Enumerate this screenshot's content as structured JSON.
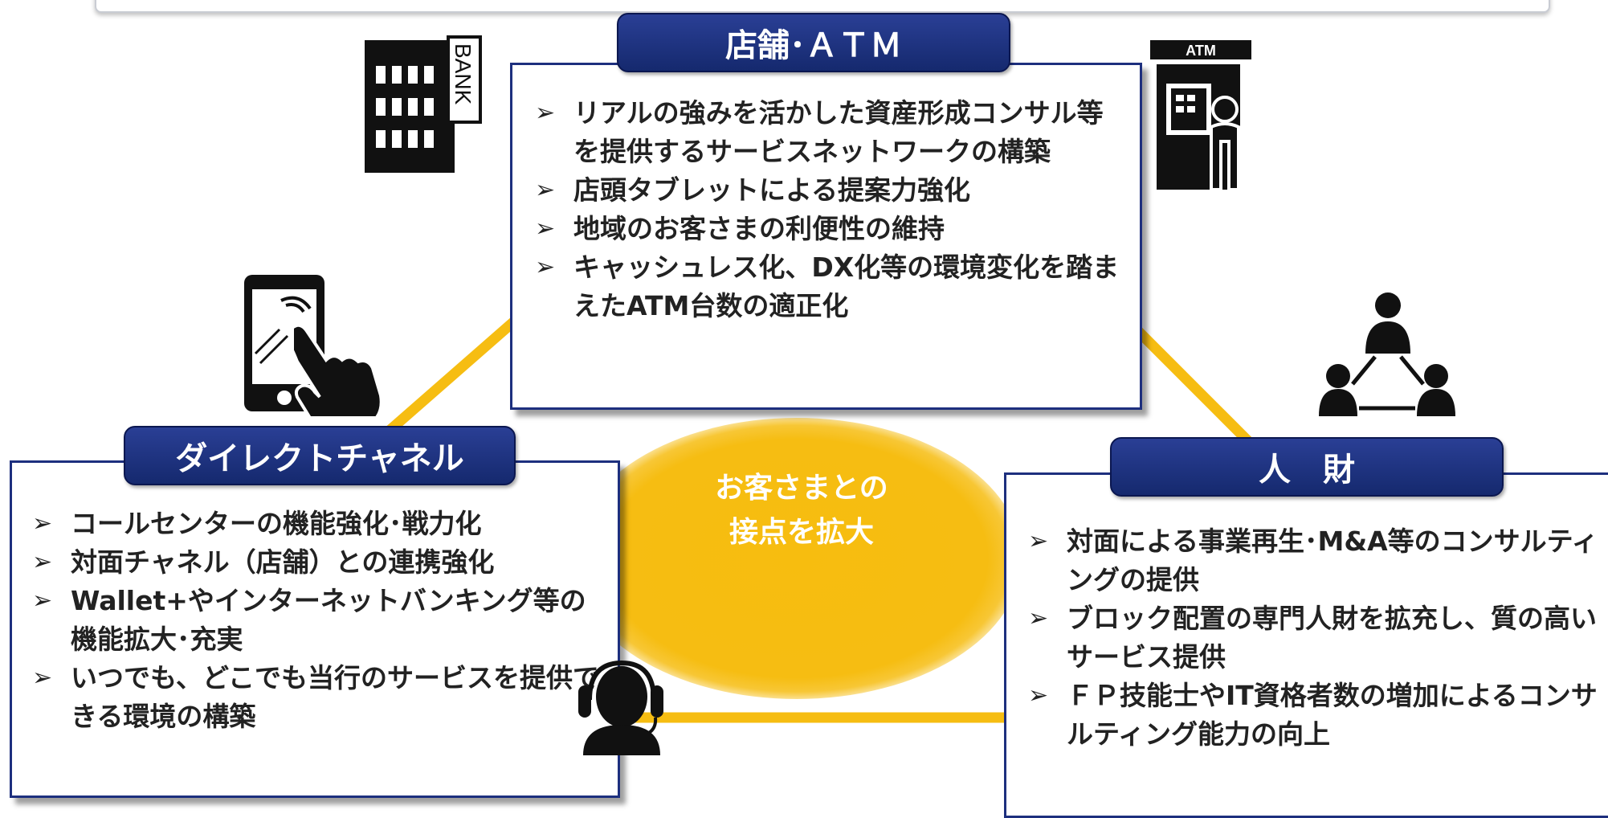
{
  "center": {
    "line1": "お客さまとの",
    "line2": "接点を拡大"
  },
  "store_atm": {
    "title": "店舗･ＡＴＭ",
    "items": [
      "リアルの強みを活かした資産形成コンサル等を提供するサービスネットワークの構築",
      "店頭タブレットによる提案力強化",
      "地域のお客さまの利便性の維持",
      "キャッシュレス化、DX化等の環境変化を踏まえたATM台数の適正化"
    ]
  },
  "direct_channel": {
    "title": "ダイレクトチャネル",
    "items": [
      "コールセンターの機能強化･戦力化",
      "対面チャネル（店舗）との連携強化",
      "Wallet+やインターネットバンキング等の機能拡大･充実",
      "いつでも、どこでも当行のサービスを提供できる環境の構築"
    ]
  },
  "human_resources": {
    "title": "人　財",
    "items": [
      "対面による事業再生･M&A等のコンサルティングの提供",
      "ブロック配置の専門人財を拡充し、質の高いサービス提供",
      "ＦＰ技能士やIT資格者数の増加によるコンサルティング能力の向上"
    ]
  },
  "icons": {
    "bank_sign": "BANK",
    "atm_sign": "ATM",
    "bank": "bank-building-icon",
    "atm": "atm-machine-icon",
    "smartphone": "smartphone-tap-icon",
    "network": "people-network-icon",
    "operator": "headset-operator-icon"
  },
  "colors": {
    "navy": "#15296e",
    "gold": "#f6bd12",
    "border": "#1d2f7e"
  },
  "bullet_glyph": "➢"
}
